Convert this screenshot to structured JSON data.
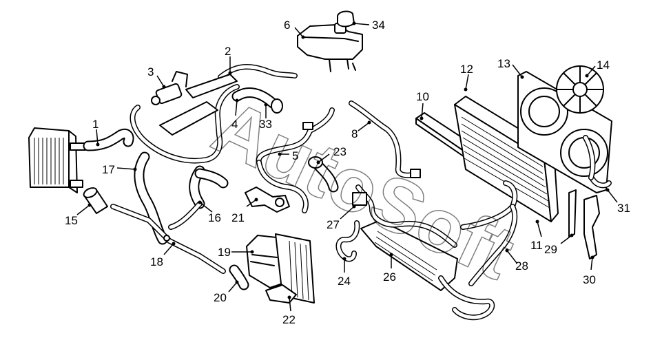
{
  "watermark": "AutoSoft",
  "callouts": [
    "1",
    "2",
    "3",
    "4",
    "5",
    "6",
    "8",
    "10",
    "11",
    "12",
    "13",
    "14",
    "15",
    "16",
    "17",
    "18",
    "19",
    "20",
    "21",
    "22",
    "23",
    "24",
    "26",
    "27",
    "28",
    "29",
    "30",
    "31",
    "33",
    "34"
  ]
}
